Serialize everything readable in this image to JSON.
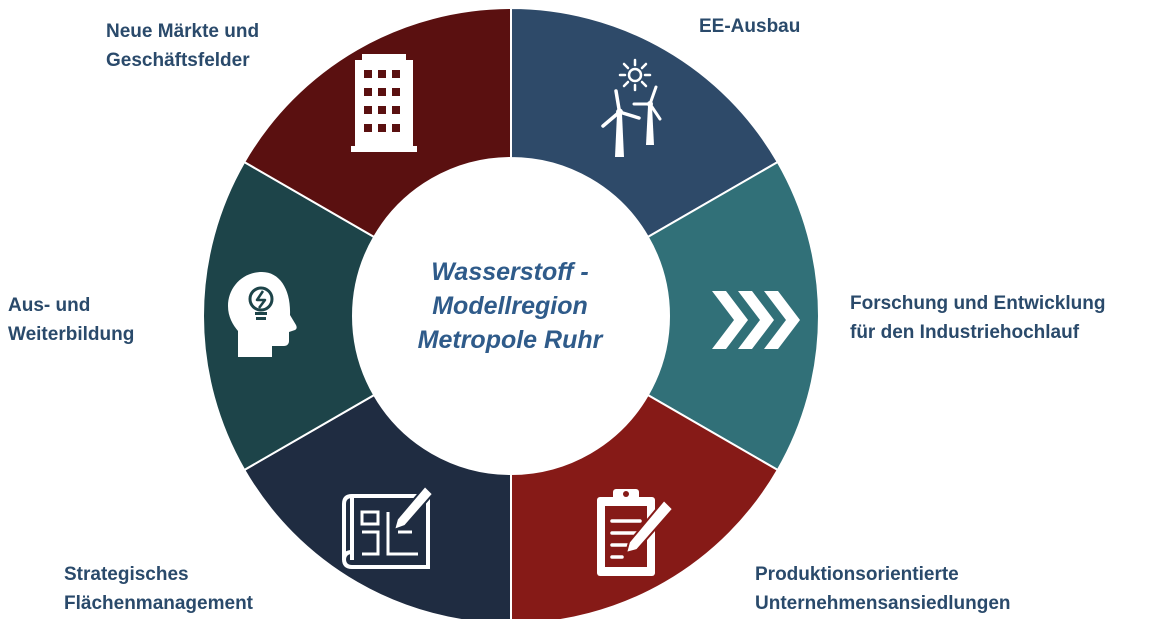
{
  "center": {
    "lines": [
      "Wasserstoff -",
      "Modellregion",
      "Metropole Ruhr"
    ]
  },
  "segments": [
    {
      "id": "ee-ausbau",
      "label_lines": [
        "EE-Ausbau"
      ],
      "color": "#2e4a69",
      "icon": "wind-turbine-sun-icon"
    },
    {
      "id": "forschung",
      "label_lines": [
        "Forschung und Entwicklung",
        "für den Industriehochlauf"
      ],
      "color": "#317078",
      "icon": "chevrons-right-icon"
    },
    {
      "id": "produktion",
      "label_lines": [
        "Produktionsorientierte",
        "Unternehmensansiedlungen"
      ],
      "color": "#861a17",
      "icon": "clipboard-pencil-icon"
    },
    {
      "id": "flaechen",
      "label_lines": [
        "Strategisches",
        "Flächenmanagement"
      ],
      "color": "#1f2c41",
      "icon": "blueprint-pencil-icon"
    },
    {
      "id": "bildung",
      "label_lines": [
        "Aus- und",
        "Weiterbildung"
      ],
      "color": "#1d4449",
      "icon": "head-lightbulb-icon"
    },
    {
      "id": "maerkte",
      "label_lines": [
        "Neue Märkte und",
        "Geschäftsfelder"
      ],
      "color": "#5a1010",
      "icon": "office-building-icon"
    }
  ]
}
